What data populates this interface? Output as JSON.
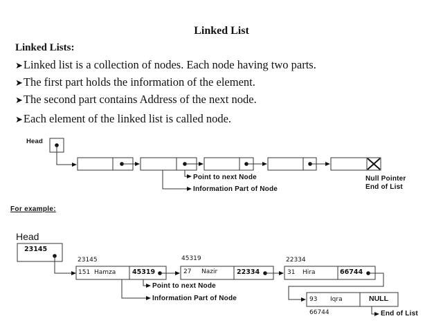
{
  "title": "Linked List",
  "subtitle": "Linked Lists:",
  "bullets": [
    "Linked list is a collection of nodes. Each node having two parts.",
    "The first part holds the information of the element.",
    "The second part contains Address of the next node.",
    "Each element of the linked list is called node."
  ],
  "bullet_icon": "arrowhead-bullet-icon",
  "diagram1": {
    "head_label": "Head",
    "node_count": 5,
    "pointer_label": "Point to next Node",
    "info_label": "Information Part of Node",
    "null_label_1": "Null Pointer",
    "null_label_2": "End of List"
  },
  "example_heading": "For example:",
  "diagram2": {
    "head_label": "Head",
    "head_value": "23145",
    "nodes": [
      {
        "address": "23145",
        "number": "151",
        "name": "Hamza",
        "next": "45319"
      },
      {
        "address": "45319",
        "number": "27",
        "name": "Nazir",
        "next": "22334"
      },
      {
        "address": "22334",
        "number": "31",
        "name": "Hira",
        "next": "66744"
      },
      {
        "address": "66744",
        "number": "93",
        "name": "Iqra",
        "next": "NULL"
      }
    ],
    "pointer_label": "Point to next Node",
    "info_label": "Information Part of Node",
    "end_label": "End of List"
  }
}
